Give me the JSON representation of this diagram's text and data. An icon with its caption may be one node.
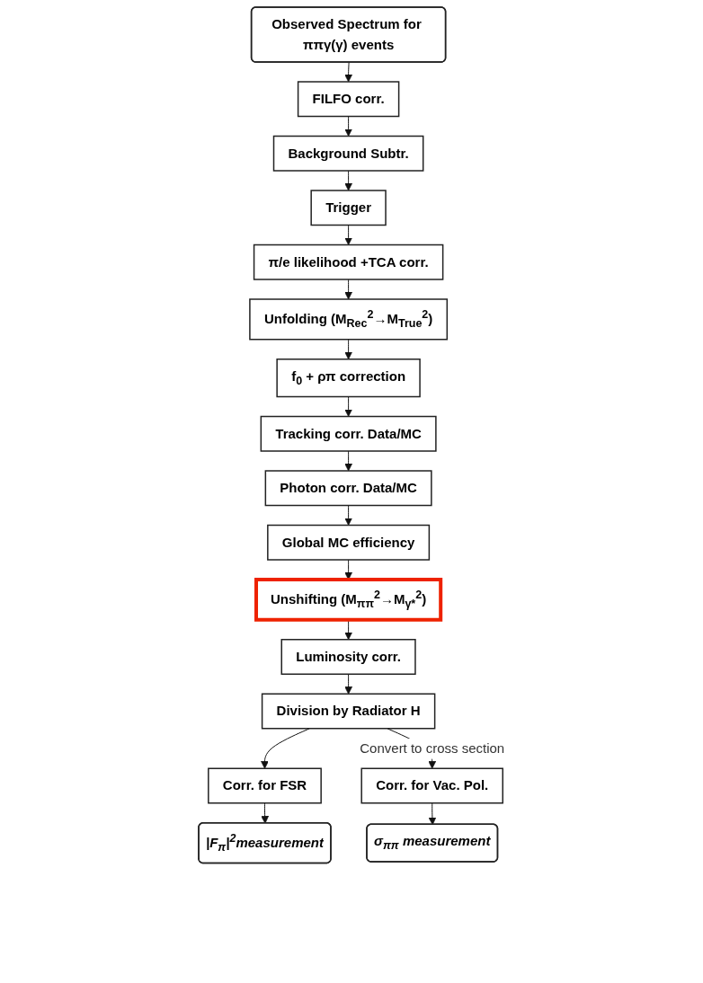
{
  "diagram": {
    "nodes": [
      {
        "text": [
          "Observed Spectrum for ππγ(γ) events"
        ]
      },
      {
        "text": [
          "FILFO corr."
        ]
      },
      {
        "text": [
          "Background Subtr."
        ]
      },
      {
        "text": [
          "Trigger"
        ]
      },
      {
        "text": [
          "π/e likelihood +TCA corr."
        ]
      },
      {
        "text": [
          "Unfolding (M$_{Rec}$$^{2}$→M$_{True}$$^{2}$)"
        ]
      },
      {
        "text": [
          "f$_{0}$ + ρπ correction"
        ]
      },
      {
        "text": [
          "Tracking corr. Data/MC"
        ]
      },
      {
        "text": [
          "Photon corr. Data/MC"
        ]
      },
      {
        "text": [
          "Global MC efficiency"
        ]
      },
      {
        "text": [
          "Unshifting (M$_{ππ}$$^{2}$→M$_{γ*}$$^{2}$)"
        ]
      },
      {
        "text": [
          "Luminosity corr."
        ]
      },
      {
        "text": [
          "Division by Radiator H"
        ]
      },
      {
        "text": [
          "Corr. for FSR"
        ]
      },
      {
        "text": [
          "|F$_{π}$|$^{2}$measurement"
        ]
      },
      {
        "text": [
          "Corr. for Vac. Pol."
        ]
      },
      {
        "text": [
          "σ$_{ππ}$ measurement"
        ]
      }
    ],
    "edges": [
      {
        "from": 0,
        "to": 1,
        "arrow": "to"
      },
      {
        "from": 1,
        "to": 2,
        "arrow": "to"
      },
      {
        "from": 2,
        "to": 3,
        "arrow": "to"
      },
      {
        "from": 3,
        "to": 4,
        "arrow": "to"
      },
      {
        "from": 4,
        "to": 5,
        "arrow": "to"
      },
      {
        "from": 5,
        "to": 6,
        "arrow": "to"
      },
      {
        "from": 6,
        "to": 7,
        "arrow": "to"
      },
      {
        "from": 7,
        "to": 8,
        "arrow": "to"
      },
      {
        "from": 8,
        "to": 9,
        "arrow": "to"
      },
      {
        "from": 9,
        "to": 10,
        "arrow": "to"
      },
      {
        "from": 10,
        "to": 11,
        "arrow": "to"
      },
      {
        "from": 11,
        "to": 12,
        "arrow": "to"
      },
      {
        "from": 12,
        "to": 13,
        "arrow": "to"
      },
      {
        "from": 13,
        "to": 14,
        "arrow": "to"
      },
      {
        "from": 12,
        "to": 15,
        "arrow": "to",
        "label": "Convert to cross section"
      },
      {
        "from": 15,
        "to": 16,
        "arrow": "to"
      }
    ]
  }
}
